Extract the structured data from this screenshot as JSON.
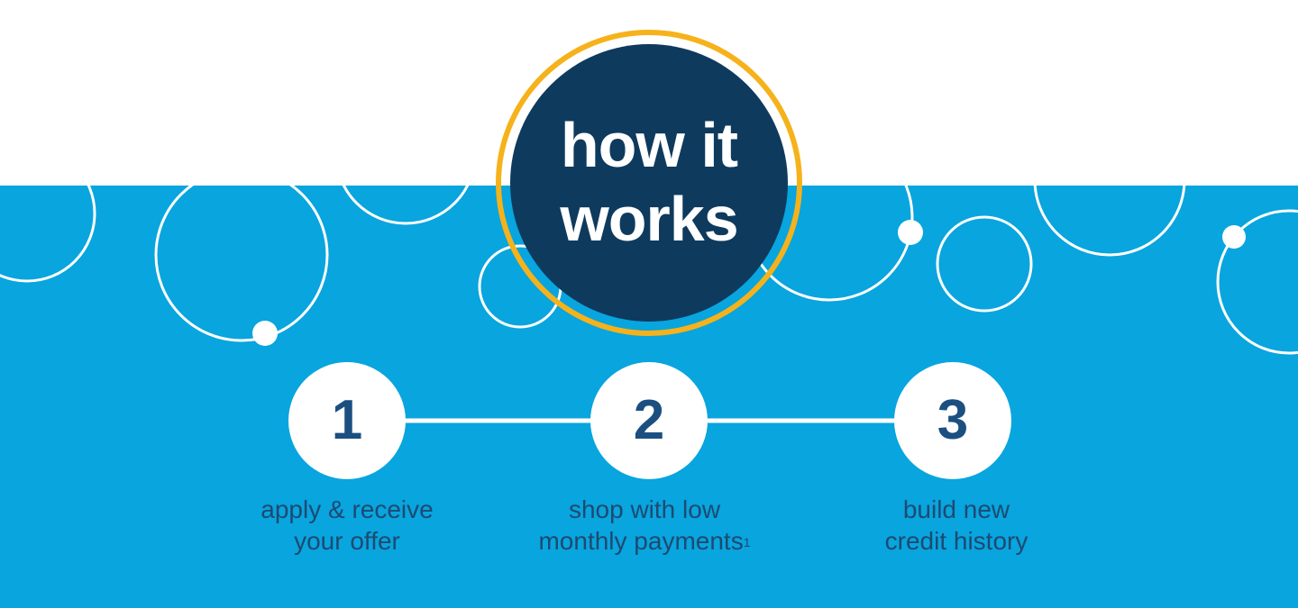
{
  "heading": {
    "line1": "how it",
    "line2": "works"
  },
  "steps": [
    {
      "number": "1",
      "line1": "apply & receive",
      "line2": "your offer",
      "footnote": ""
    },
    {
      "number": "2",
      "line1": "shop with low",
      "line2": "monthly payments",
      "footnote": "1"
    },
    {
      "number": "3",
      "line1": "build new",
      "line2": "credit history",
      "footnote": ""
    }
  ],
  "colors": {
    "band": "#08a5de",
    "navy": "#0e3a5e",
    "gold": "#f6b21b",
    "text": "#1d4a72"
  }
}
